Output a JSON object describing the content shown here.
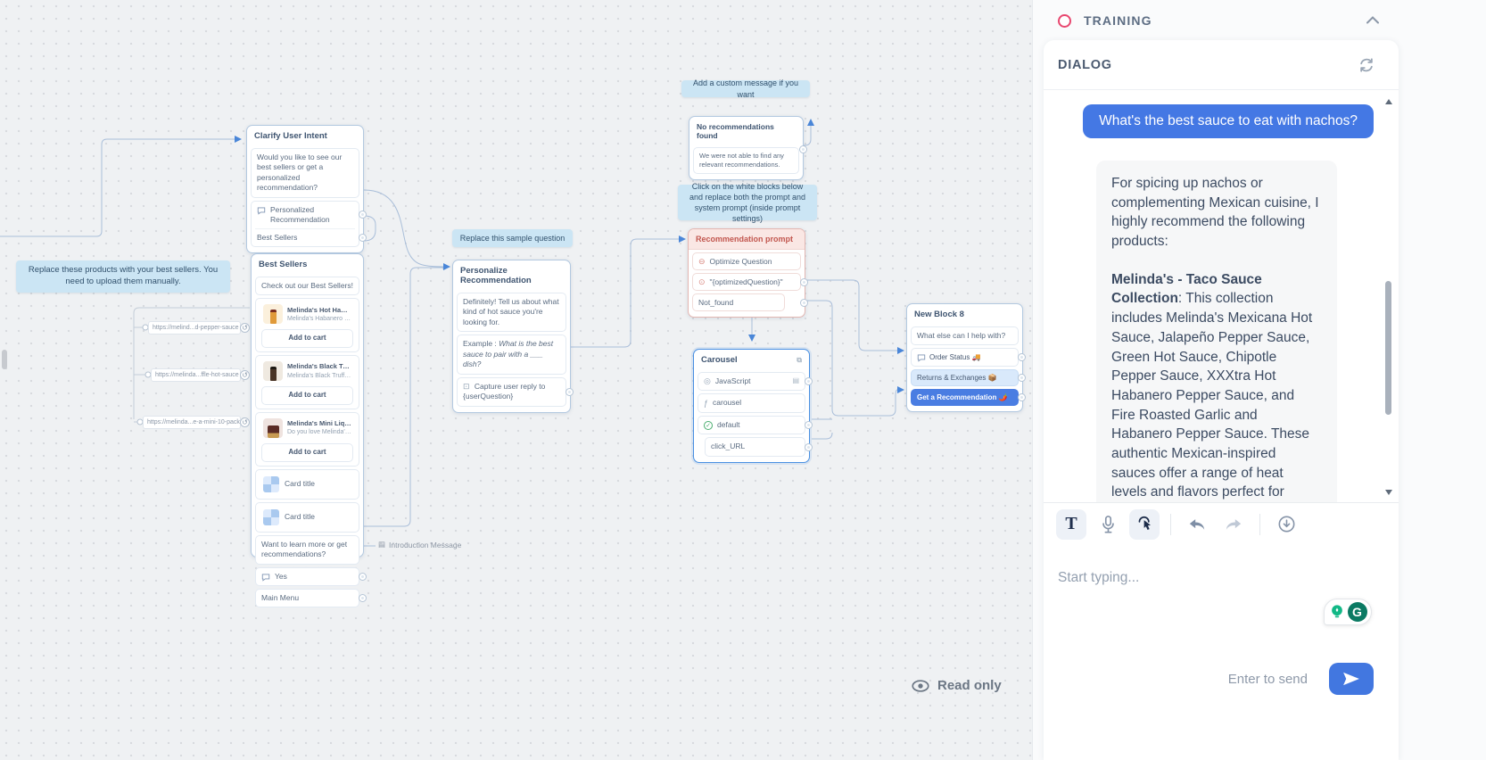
{
  "icons": {
    "external_link": "⧉",
    "loop": "↺",
    "check": "✓",
    "circle": "◎",
    "fx": "ƒ",
    "grid": "▤",
    "minus": "⊖",
    "target": "⊙",
    "copy": "⧉",
    "capture": "⊡",
    "menu": "▤"
  },
  "canvas": {
    "read_only": "Read only",
    "intro_label": "Introduction Message",
    "tooltips": {
      "products": "Replace these products with your best sellers. You need to upload them manually.",
      "sample_question": "Replace this sample question",
      "custom_message": "Add a custom message if you want",
      "prompts": "Click on the white blocks below and replace both the prompt and system prompt (inside prompt settings)"
    },
    "url_chips": [
      {
        "url": "https://melind...d-pepper-sauce"
      },
      {
        "url": "https://melinda...ffle-hot-sauce"
      },
      {
        "url": "https://melinda...e-a-mini-10-pack"
      }
    ],
    "blocks": {
      "clarify": {
        "title": "Clarify User Intent",
        "message": "Would you like to see our best sellers or get a personalized recommendation?",
        "options": [
          {
            "label": "Personalized Recommendation"
          },
          {
            "label": "Best Sellers"
          }
        ]
      },
      "best_sellers": {
        "title": "Best Sellers",
        "message": "Check out our Best Sellers!",
        "products": [
          {
            "name": "Melinda's Hot Habanero Ho...",
            "desc": "Melinda's Habanero Honey. Ho...",
            "button": "Add to cart"
          },
          {
            "name": "Melinda's Black Truffle Hot S...",
            "desc": "Melinda's Black Truffle. Top sh...",
            "button": "Add to cart"
          },
          {
            "name": "Melinda's Mini Liquid Spice ...",
            "desc": "Do you love Melinda's but don'...",
            "button": "Add to cart"
          }
        ],
        "cards": [
          {
            "label": "Card title"
          },
          {
            "label": "Card title"
          }
        ],
        "followup": "Want to learn more or get recommendations?",
        "options": [
          {
            "label": "Yes"
          },
          {
            "label": "Main Menu"
          }
        ]
      },
      "personalize": {
        "title": "Personalize Recommendation",
        "message": "Definitely! Tell us about what kind of hot sauce you're looking for.",
        "example_prefix": "Example : ",
        "example": "What is the best sauce to pair with a ___ dish?",
        "capture": "Capture user reply to {userQuestion}"
      },
      "no_recommendations": {
        "title": "No recommendations found",
        "message": "We were not able to find any relevant recommendations."
      },
      "recommendation_prompt": {
        "title": "Recommendation prompt",
        "rows": [
          {
            "label": "Optimize Question"
          },
          {
            "label": "\"{optimizedQuestion}\""
          },
          {
            "label": "Not_found"
          }
        ]
      },
      "carousel": {
        "title": "Carousel",
        "rows": [
          {
            "label": "JavaScript"
          },
          {
            "label": "carousel"
          },
          {
            "label": "default"
          },
          {
            "label": "click_URL"
          }
        ]
      },
      "new_block_8": {
        "title": "New Block 8",
        "message": "What else can I help with?",
        "options": [
          {
            "label": "Order Status 🚚"
          },
          {
            "label": "Returns & Exchanges 📦"
          },
          {
            "label": "Get a Recommendation 🌶️"
          }
        ]
      }
    }
  },
  "panel": {
    "training_label": "TRAINING",
    "dialog_title": "DIALOG",
    "user_message": "What's the best sauce to eat with nachos?",
    "bot": {
      "p1": "For spicing up nachos or complementing Mexican cuisine, I highly recommend the following products:",
      "bold": "Melinda's - Taco Sauce Collection",
      "p2": ": This collection includes Melinda's Mexicana Hot Sauce, Jalapeño Pepper Sauce, Green Hot Sauce, Chipotle Pepper Sauce, XXXtra Hot Habanero Pepper Sauce, and Fire Roasted Garlic and Habanero Pepper Sauce. These authentic Mexican-inspired sauces offer a range of heat levels and flavors perfect for"
    },
    "toolbar": {
      "text_label": "T"
    },
    "grammarly_letter": "G",
    "input_placeholder": "Start typing...",
    "send_hint": "Enter to send"
  },
  "colors": {
    "accent_blue": "#4478e4",
    "selection_blue": "#4a90e2",
    "tooltip_bg": "#cbe5f4",
    "prompt_red": "#c2574f",
    "training_pink": "#e8476f",
    "grammarly_green": "#0b7a63"
  }
}
